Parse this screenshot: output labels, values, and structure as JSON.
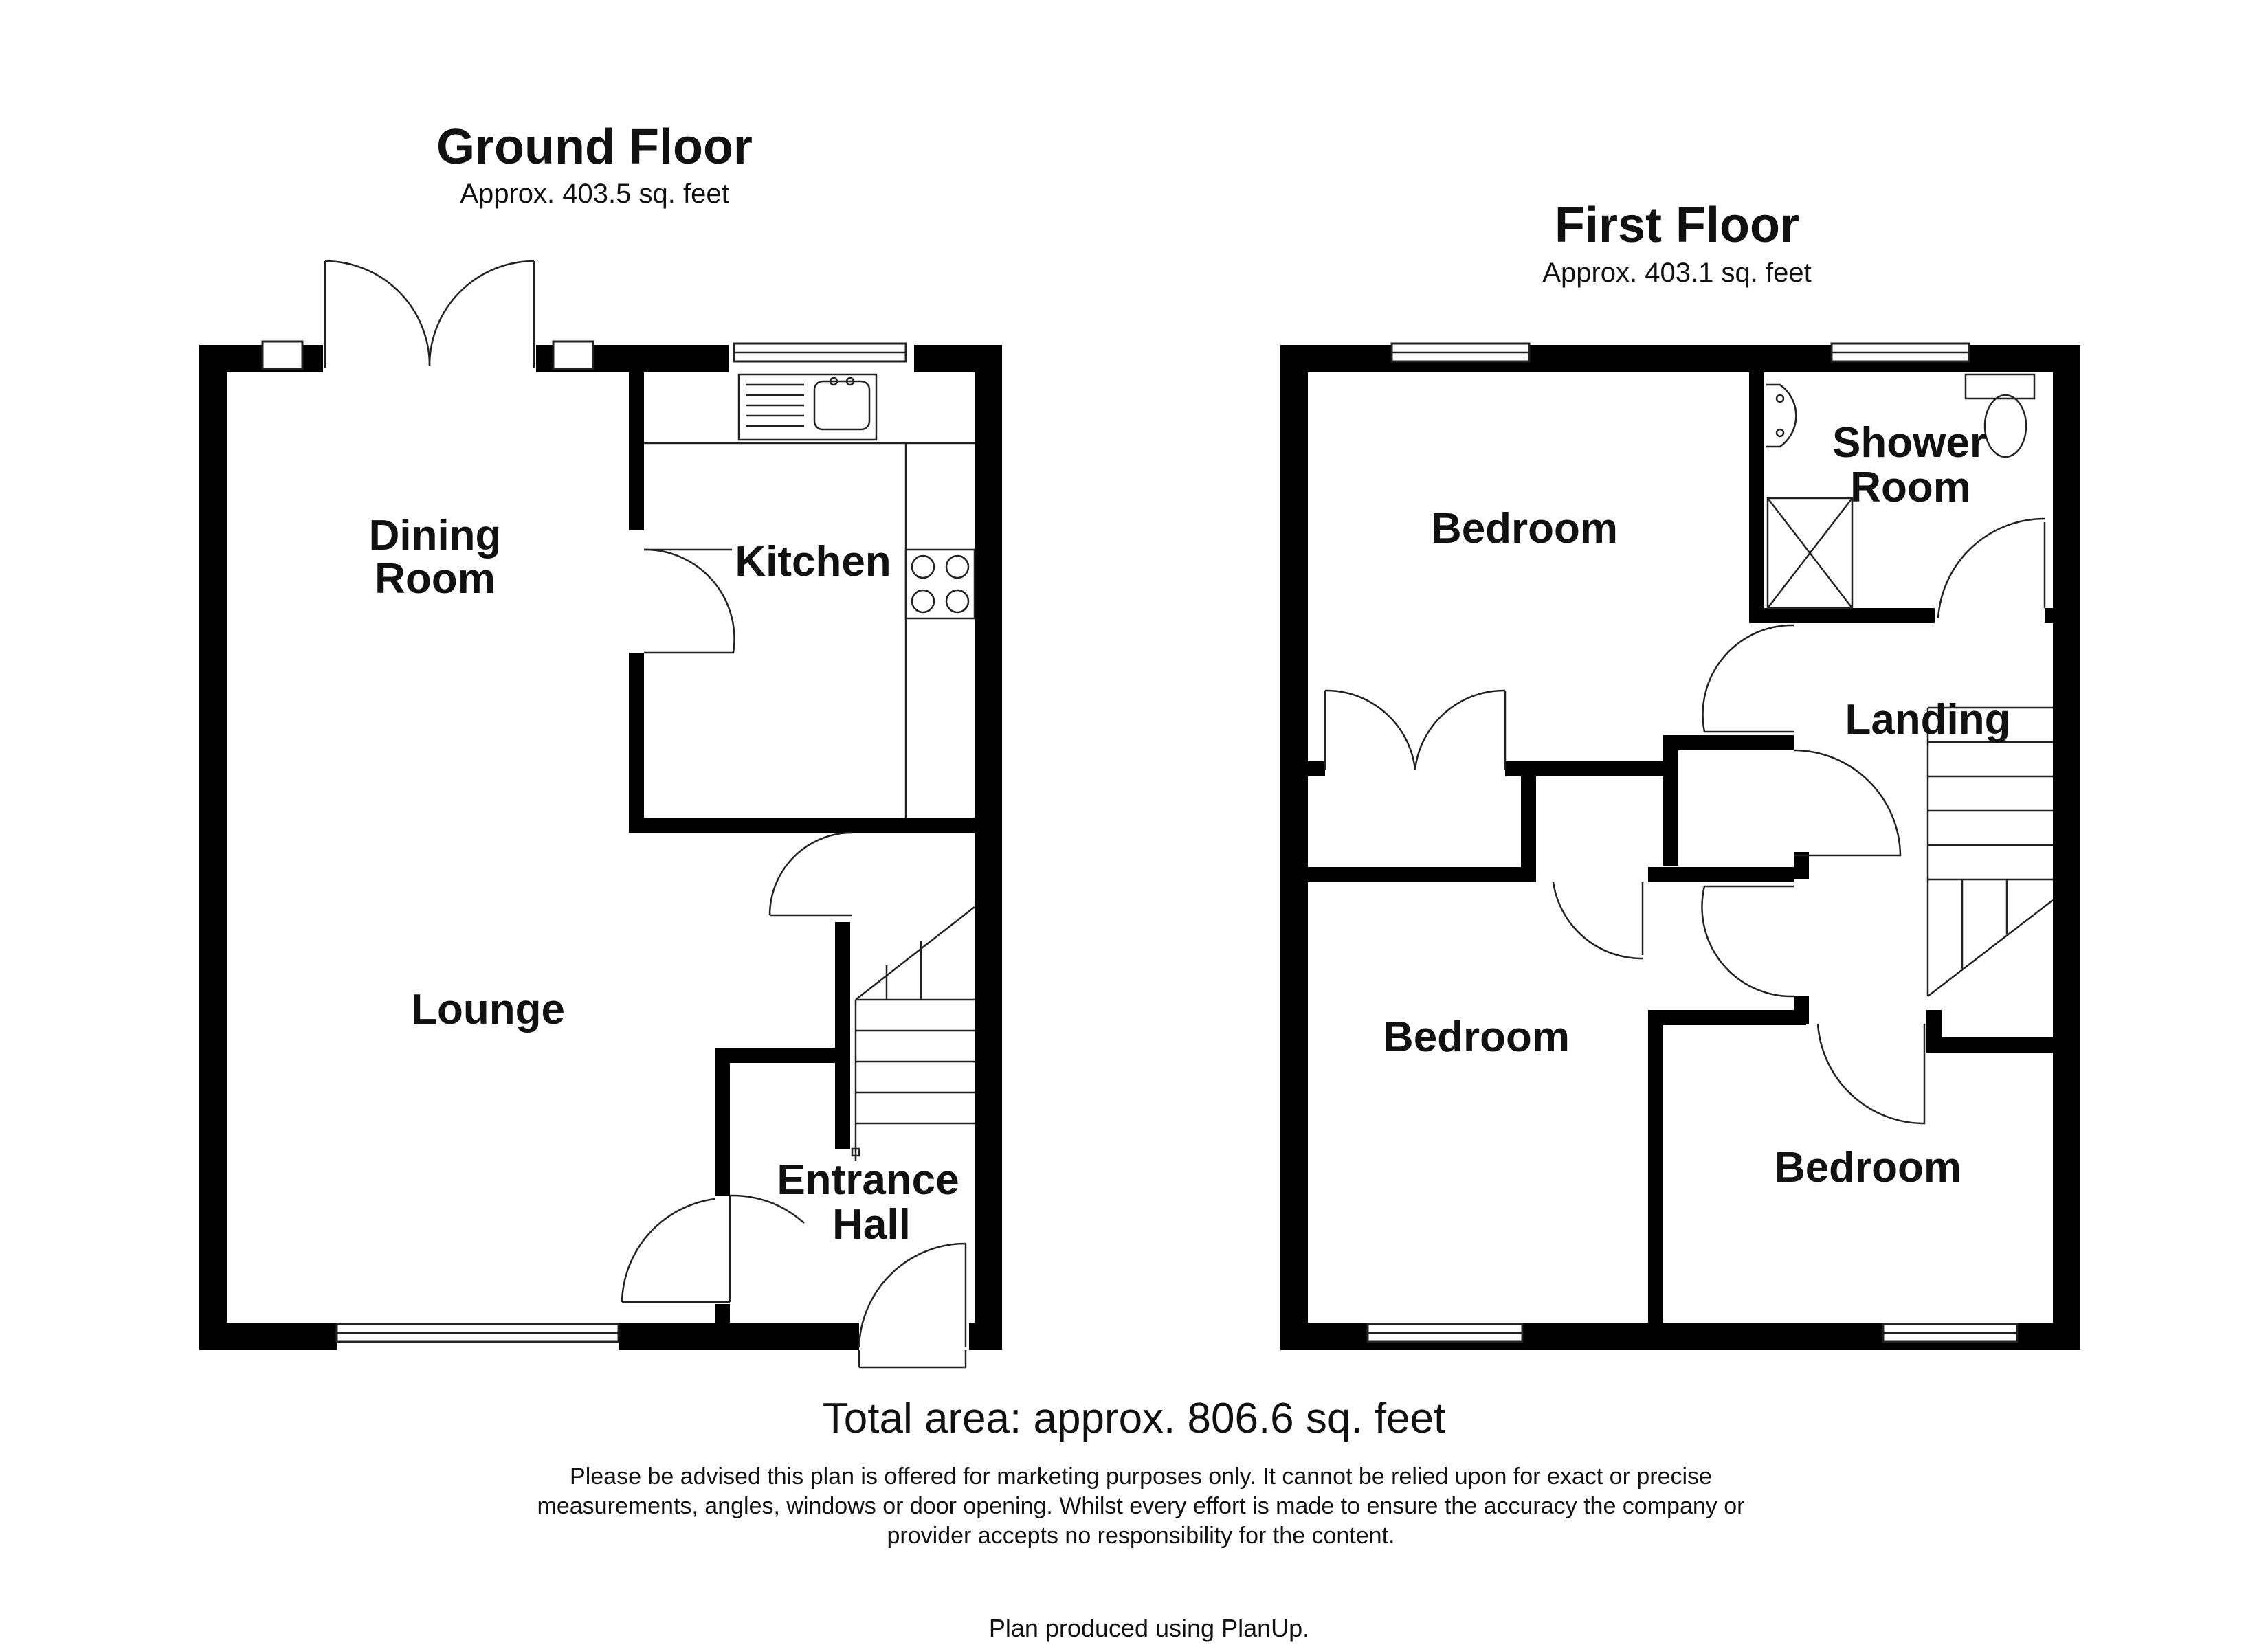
{
  "ground_floor": {
    "title": "Ground Floor",
    "area": "Approx. 403.5 sq. feet",
    "rooms": {
      "dining_line1": "Dining",
      "dining_line2": "Room",
      "kitchen": "Kitchen",
      "lounge": "Lounge",
      "entrance_line1": "Entrance",
      "entrance_line2": "Hall"
    }
  },
  "first_floor": {
    "title": "First Floor",
    "area": "Approx. 403.1 sq. feet",
    "rooms": {
      "bedroom_1": "Bedroom",
      "shower_line1": "Shower",
      "shower_line2": "Room",
      "landing": "Landing",
      "bedroom_2": "Bedroom",
      "bedroom_3": "Bedroom"
    }
  },
  "total_area": "Total area: approx. 806.6 sq. feet",
  "disclaimer": {
    "line1": "Please be advised this plan is offered for marketing purposes only. It cannot be relied upon for exact or precise",
    "line2": "measurements, angles, windows or door opening. Whilst every effort is made to ensure the accuracy the company or",
    "line3": "provider accepts no responsibility for the content."
  },
  "credit": "Plan produced using PlanUp."
}
